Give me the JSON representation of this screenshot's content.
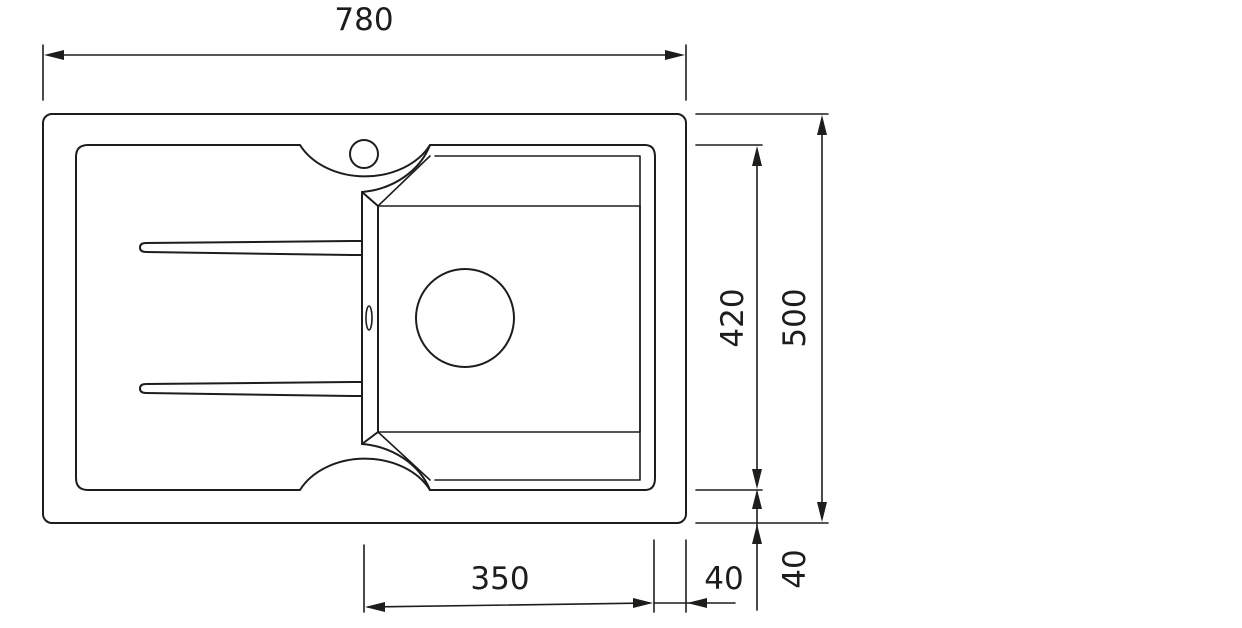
{
  "dimensions": {
    "total_width": "780",
    "total_depth": "500",
    "bowl_depth": "420",
    "bowl_width": "350",
    "side_margin": "40",
    "bottom_margin": "40"
  }
}
